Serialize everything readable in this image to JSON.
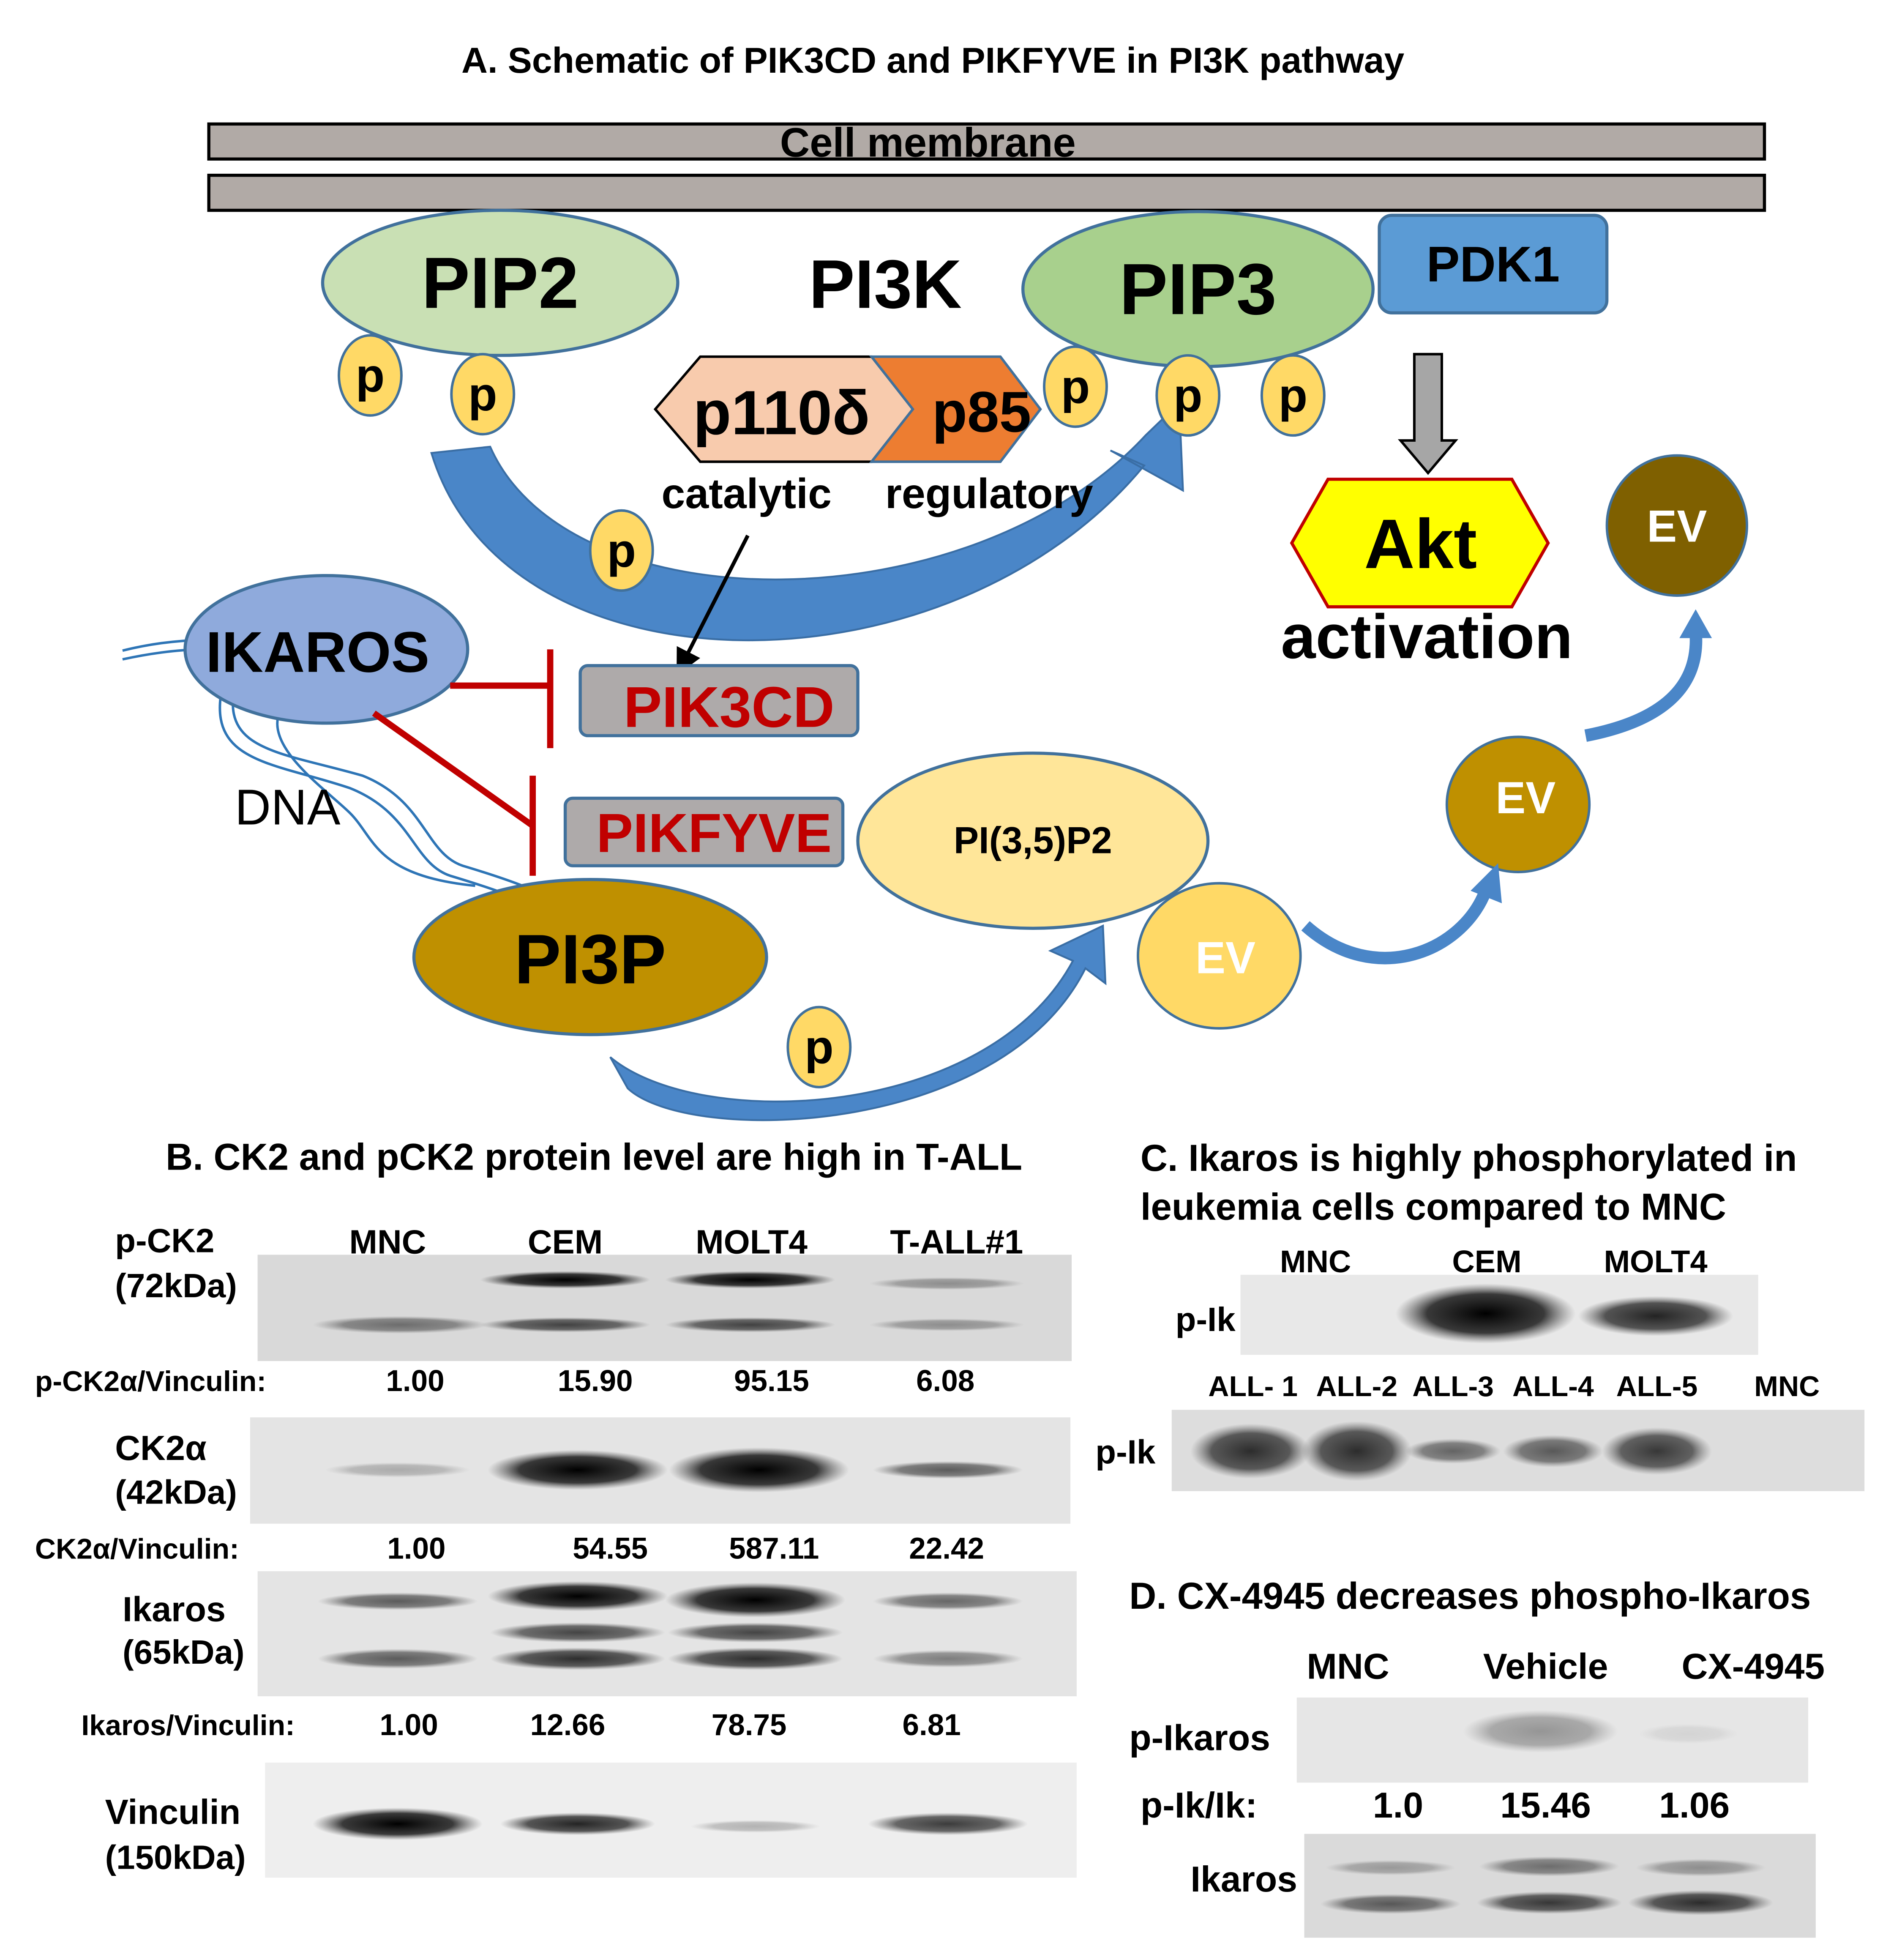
{
  "panelA": {
    "title": "A. Schematic of PIK3CD and PIKFYVE in PI3K pathway",
    "membrane": "Cell membrane",
    "pip2": "PIP2",
    "pi3k": "PI3K",
    "pip3": "PIP3",
    "pdk1": "PDK1",
    "p110": "p110δ",
    "p85": "p85",
    "catalytic": "catalytic",
    "regulatory": "regulatory",
    "phospho": "p",
    "akt": "Akt",
    "activation": "activation",
    "ikaros": "IKAROS",
    "dna": "DNA",
    "pik3cd": "PIK3CD",
    "pikfyve": "PIKFYVE",
    "pi35p2": "PI(3,5)P2",
    "pi3p": "PI3P",
    "ev": "EV"
  },
  "panelB": {
    "title": "B. CK2 and pCK2 protein level are high in T-ALL",
    "lanes": [
      "MNC",
      "CEM",
      "MOLT4",
      "T-ALL#1"
    ],
    "blots": [
      {
        "label1": "p-CK2",
        "label2": "(72kDa)",
        "ratio_label": "p-CK2α/Vinculin:",
        "ratios": [
          "1.00",
          "15.90",
          "95.15",
          "6.08"
        ]
      },
      {
        "label1": "CK2α",
        "label2": "(42kDa)",
        "ratio_label": "CK2α/Vinculin:",
        "ratios": [
          "1.00",
          "54.55",
          "587.11",
          "22.42"
        ]
      },
      {
        "label1": "Ikaros",
        "label2": "(65kDa)",
        "ratio_label": "Ikaros/Vinculin:",
        "ratios": [
          "1.00",
          "12.66",
          "78.75",
          "6.81"
        ]
      },
      {
        "label1": "Vinculin",
        "label2": "(150kDa)"
      }
    ]
  },
  "panelC": {
    "title1": "C.  Ikaros is highly phosphorylated  in",
    "title2": "leukemia cells compared to MNC",
    "lanes_top": [
      "MNC",
      "CEM",
      "MOLT4"
    ],
    "lanes_bottom": [
      "ALL- 1",
      "ALL-2",
      "ALL-3",
      "ALL-4",
      "ALL-5",
      "MNC"
    ],
    "blot_label": "p-Ik"
  },
  "panelD": {
    "title": "D. CX-4945 decreases phospho-Ikaros",
    "lanes": [
      "MNC",
      "Vehicle",
      "CX-4945"
    ],
    "blot1": "p-Ikaros",
    "ratio_label": "p-Ik/Ik:",
    "ratios": [
      "1.0",
      "15.46",
      "1.06"
    ],
    "blot2": "Ikaros"
  },
  "colors": {
    "membrane": "#b1aaa6",
    "pip2": "#c9e0b4",
    "pip3": "#a8d08d",
    "pdk1": "#5b9bd5",
    "arrow_blue": "#4a86c8",
    "phospho": "#ffd966",
    "p110": "#f8cbad",
    "p85": "#ed7d31",
    "akt": "#ffff00",
    "ikaros": "#8faadc",
    "inhibit_red": "#c00000",
    "gene_box": "#aeaaaa",
    "pi35p2": "#ffe699",
    "pi3p": "#bf9000",
    "ev_light": "#ffd966",
    "ev_mid": "#bf9000",
    "ev_dark": "#7f6000"
  }
}
